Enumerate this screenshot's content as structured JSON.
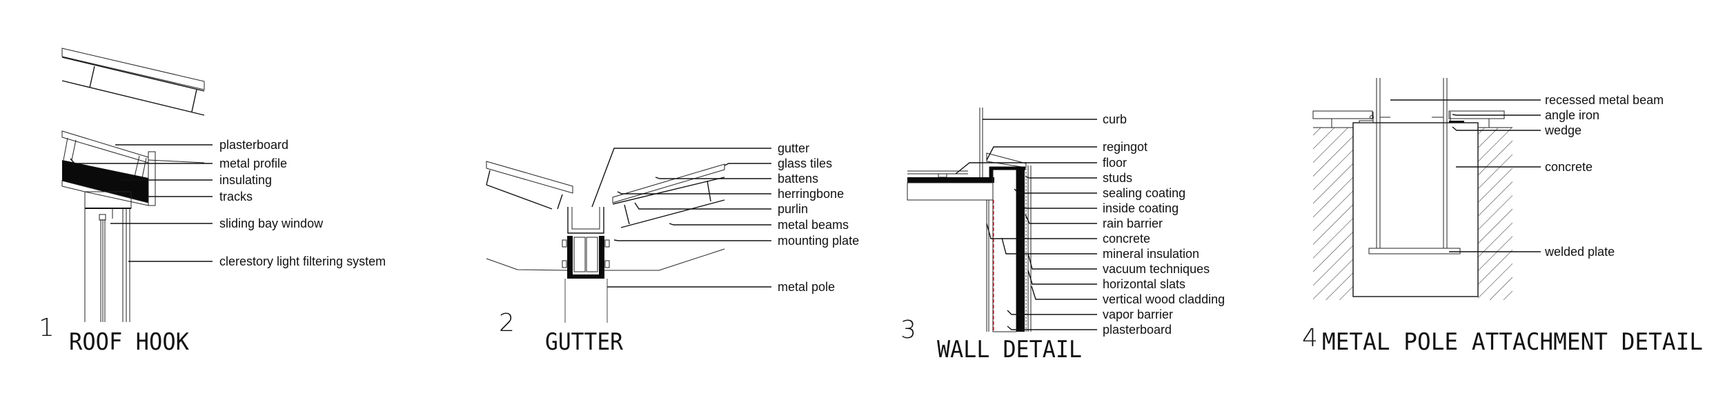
{
  "details": [
    {
      "number": "1",
      "title": "ROOF HOOK",
      "labels": [
        "plasterboard",
        "metal profile",
        "insulating",
        "tracks",
        "sliding bay window",
        "clerestory light filtering system"
      ]
    },
    {
      "number": "2",
      "title": "GUTTER",
      "labels": [
        "gutter",
        "glass tiles",
        "battens",
        "herringbone",
        "purlin",
        "metal beams",
        "mounting plate",
        "metal pole"
      ]
    },
    {
      "number": "3",
      "title": "WALL DETAIL",
      "labels": [
        "curb",
        "regingot",
        "floor",
        "studs",
        "sealing coating",
        "inside coating",
        "rain barrier",
        "concrete",
        "mineral insulation",
        "vacuum techniques",
        "horizontal slats",
        "vertical wood cladding",
        "vapor barrier",
        "plasterboard"
      ]
    },
    {
      "number": "4",
      "title": "METAL POLE ATTACHMENT DETAIL",
      "labels": [
        "recessed metal beam",
        "angle iron",
        "wedge",
        "concrete",
        "welded plate"
      ]
    }
  ],
  "colors": {
    "ink": "#111111",
    "accent_red": "#d0202a"
  }
}
